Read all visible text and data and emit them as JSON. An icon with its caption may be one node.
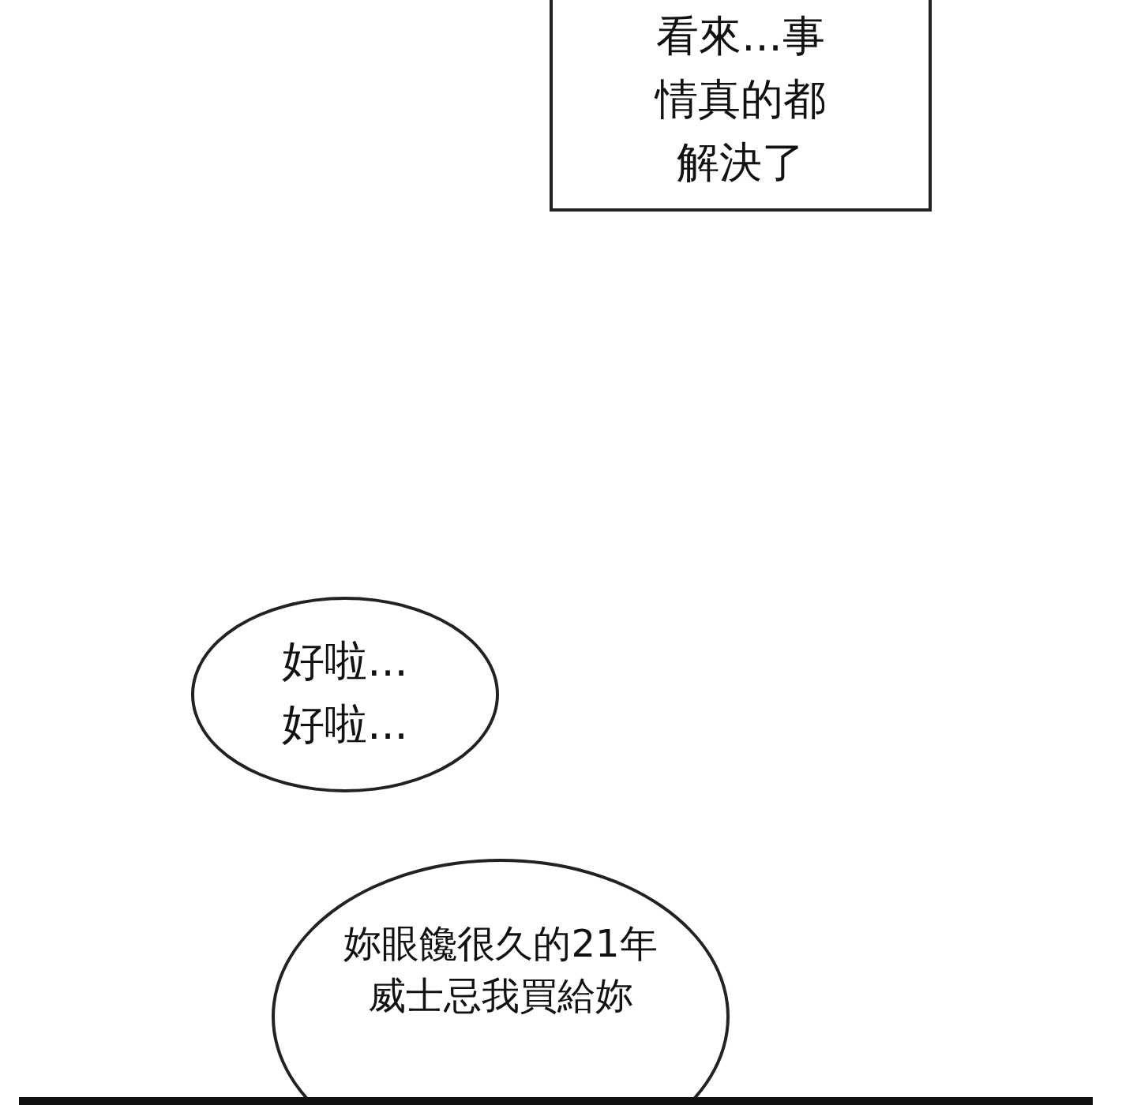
{
  "diagram": {
    "nodes": [
      {
        "text": [
          "看來...事情真的都解決了"
        ]
      },
      {
        "text": [
          "好啦...好啦..."
        ]
      },
      {
        "text": [
          "妳眼饞很久的21年威士忌我買給妳"
        ]
      }
    ]
  }
}
